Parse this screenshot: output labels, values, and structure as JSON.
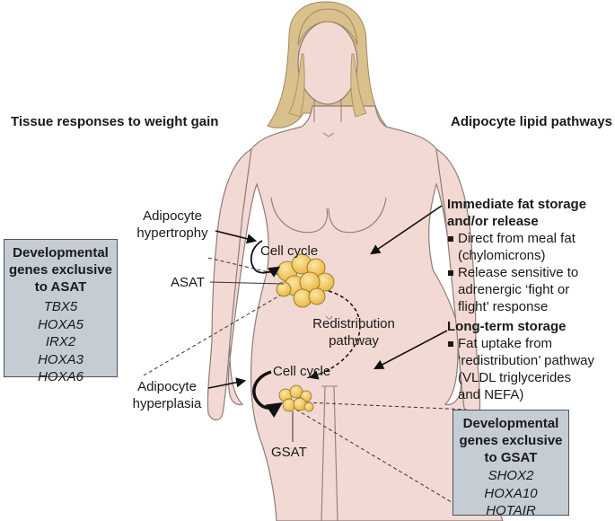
{
  "headers": {
    "left": "Tissue responses to weight gain",
    "right": "Adipocyte lipid pathways"
  },
  "labels": {
    "hypertrophy": [
      "Adipocyte",
      "hypertrophy"
    ],
    "cell_cycle_top": "Cell cycle",
    "asat": "ASAT",
    "redistribution": [
      "Redistribution",
      "pathway"
    ],
    "cell_cycle_bottom": "Cell cycle",
    "hyperplasia": [
      "Adipocyte",
      "hyperplasia"
    ],
    "gsat": "GSAT"
  },
  "asat_box": {
    "title": [
      "Developmental",
      "genes exclusive",
      "to ASAT"
    ],
    "genes": [
      "TBX5",
      "HOXA5",
      "IRX2",
      "HOXA3",
      "HOXA6"
    ]
  },
  "gsat_box": {
    "title": [
      "Developmental",
      "genes exclusive",
      "to GSAT"
    ],
    "genes": [
      "SHOX2",
      "HOXA10",
      "HOTAIR"
    ]
  },
  "immediate": {
    "title": [
      "Immediate fat storage",
      "and/or release"
    ],
    "points": [
      [
        "Direct from meal fat",
        "(chylomicrons)"
      ],
      [
        "Release sensitive to",
        "adrenergic ‘fight or",
        "flight’ response"
      ]
    ]
  },
  "longterm": {
    "title": "Long-term storage",
    "points": [
      [
        "Fat uptake from",
        "‘redistribution’ pathway",
        "(VLDL triglycerides",
        "and NEFA)"
      ]
    ]
  },
  "colors": {
    "skin": "#f2d9d3",
    "skin_outline": "#8f7c78",
    "hair": "#d9c08d",
    "fat": "#f3c95a",
    "box_fill": "#c5ccd4"
  }
}
